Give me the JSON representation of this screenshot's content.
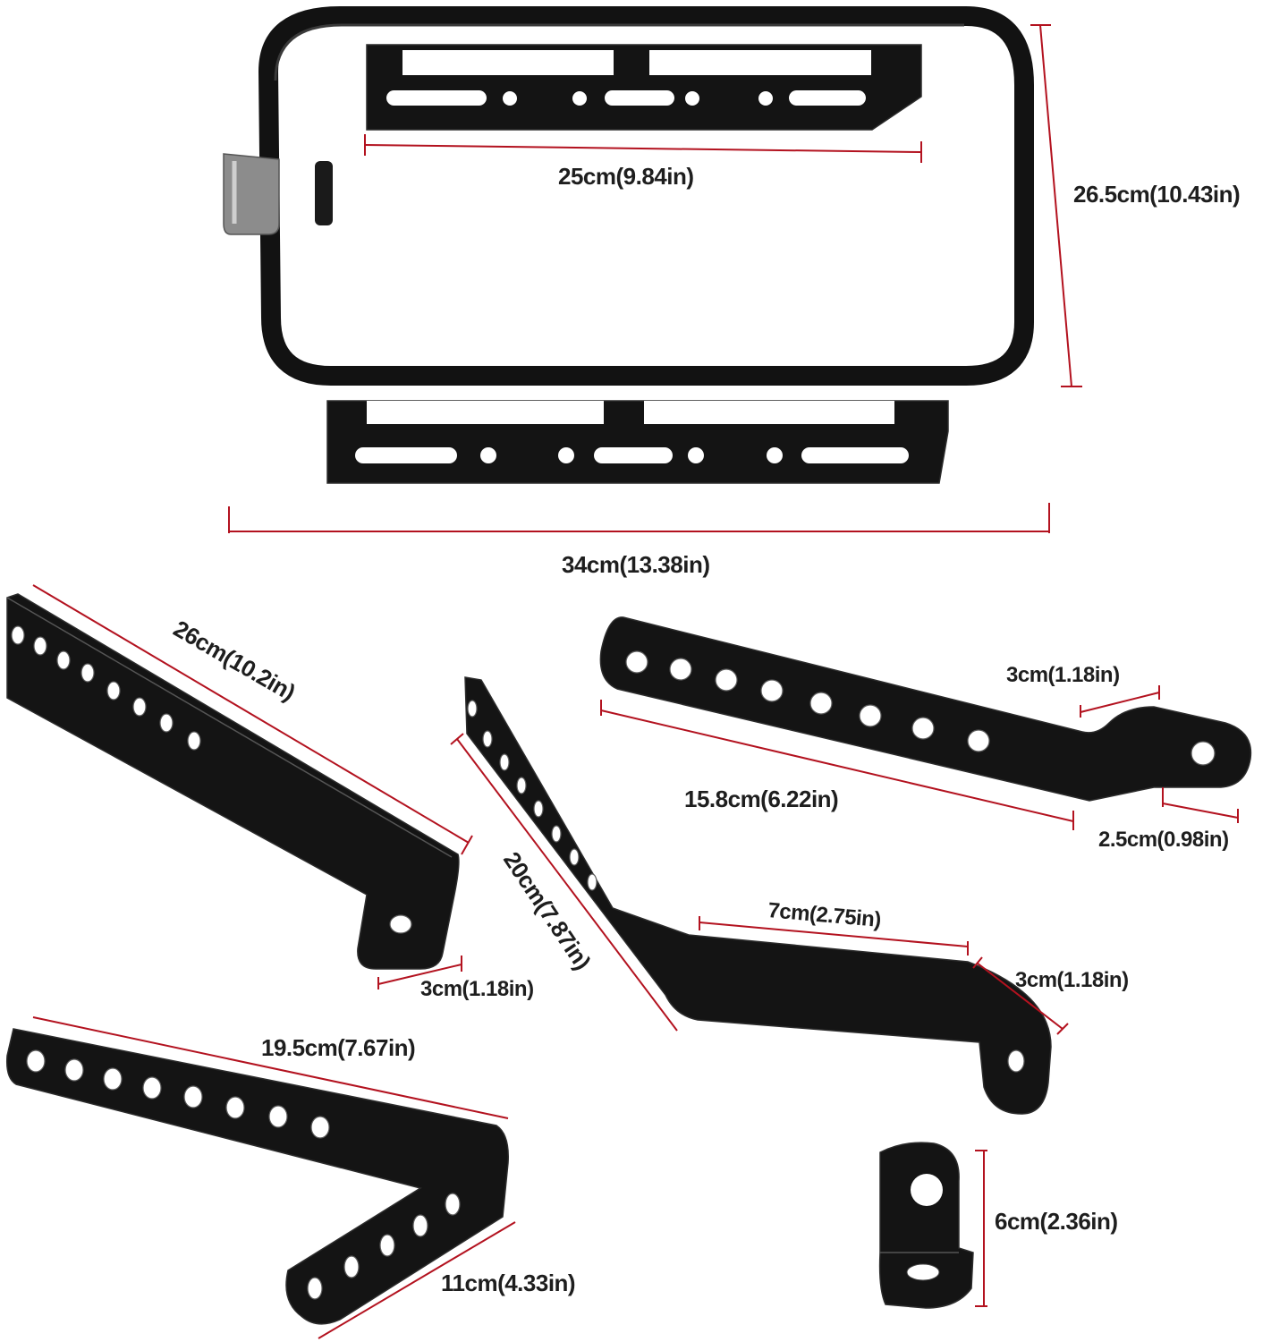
{
  "colors": {
    "dimension_line": "#b3121f",
    "metal": "#141414",
    "background": "#ffffff"
  },
  "labels": {
    "rack_inner_width": "25cm(9.84in)",
    "rack_height": "26.5cm(10.43in)",
    "rack_outer_width": "34cm(13.38in)",
    "bar1_length": "26cm(10.2in)",
    "bar1_foot": "3cm(1.18in)",
    "bar2_length": "20cm(7.87in)",
    "bar2_mid": "7cm(2.75in)",
    "bar2_foot": "3cm(1.18in)",
    "bar3_length": "15.8cm(6.22in)",
    "bar3_offset": "3cm(1.18in)",
    "bar3_end": "2.5cm(0.98in)",
    "bar4_length": "19.5cm(7.67in)",
    "bar4_foot": "11cm(4.33in)",
    "small_bracket": "6cm(2.36in)"
  }
}
